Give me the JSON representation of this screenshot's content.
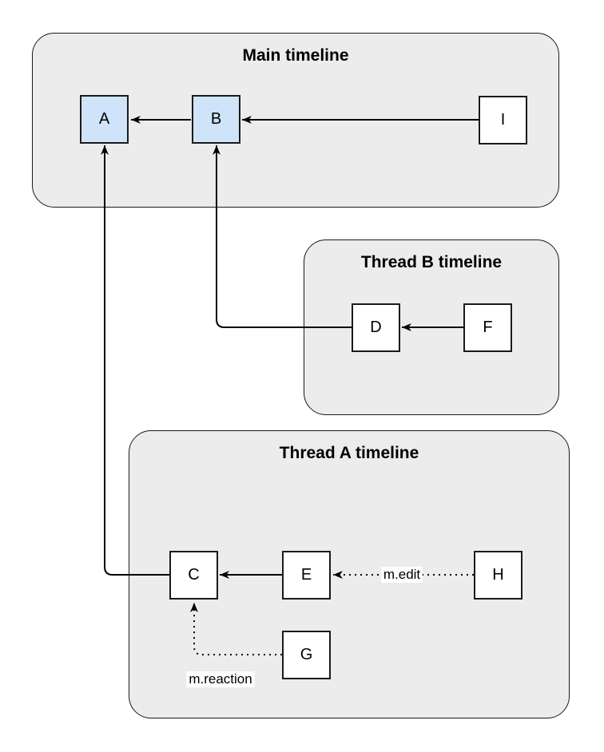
{
  "diagram": {
    "type": "event-graph",
    "colors": {
      "background": "#ffffff",
      "container_fill": "#ececec",
      "border": "#1a1a1a",
      "node_fill_default": "#ffffff",
      "node_fill_highlight": "#cfe4f8",
      "line": "#000000"
    },
    "containers": [
      {
        "id": "main",
        "title": "Main timeline"
      },
      {
        "id": "thread-b",
        "title": "Thread B timeline"
      },
      {
        "id": "thread-a",
        "title": "Thread A timeline"
      }
    ],
    "nodes": [
      {
        "id": "A",
        "label": "A",
        "container": "main",
        "highlighted": true
      },
      {
        "id": "B",
        "label": "B",
        "container": "main",
        "highlighted": true
      },
      {
        "id": "I",
        "label": "I",
        "container": "main",
        "highlighted": false
      },
      {
        "id": "D",
        "label": "D",
        "container": "thread-b",
        "highlighted": false
      },
      {
        "id": "F",
        "label": "F",
        "container": "thread-b",
        "highlighted": false
      },
      {
        "id": "C",
        "label": "C",
        "container": "thread-a",
        "highlighted": false
      },
      {
        "id": "E",
        "label": "E",
        "container": "thread-a",
        "highlighted": false
      },
      {
        "id": "H",
        "label": "H",
        "container": "thread-a",
        "highlighted": false
      },
      {
        "id": "G",
        "label": "G",
        "container": "thread-a",
        "highlighted": false
      }
    ],
    "edges": [
      {
        "from": "B",
        "to": "A",
        "style": "solid",
        "label": ""
      },
      {
        "from": "I",
        "to": "B",
        "style": "solid",
        "label": ""
      },
      {
        "from": "D",
        "to": "B",
        "style": "solid",
        "label": ""
      },
      {
        "from": "F",
        "to": "D",
        "style": "solid",
        "label": ""
      },
      {
        "from": "C",
        "to": "A",
        "style": "solid",
        "label": ""
      },
      {
        "from": "E",
        "to": "C",
        "style": "solid",
        "label": ""
      },
      {
        "from": "H",
        "to": "E",
        "style": "dotted",
        "label": "m.edit"
      },
      {
        "from": "G",
        "to": "C",
        "style": "dotted",
        "label": "m.reaction"
      }
    ]
  }
}
